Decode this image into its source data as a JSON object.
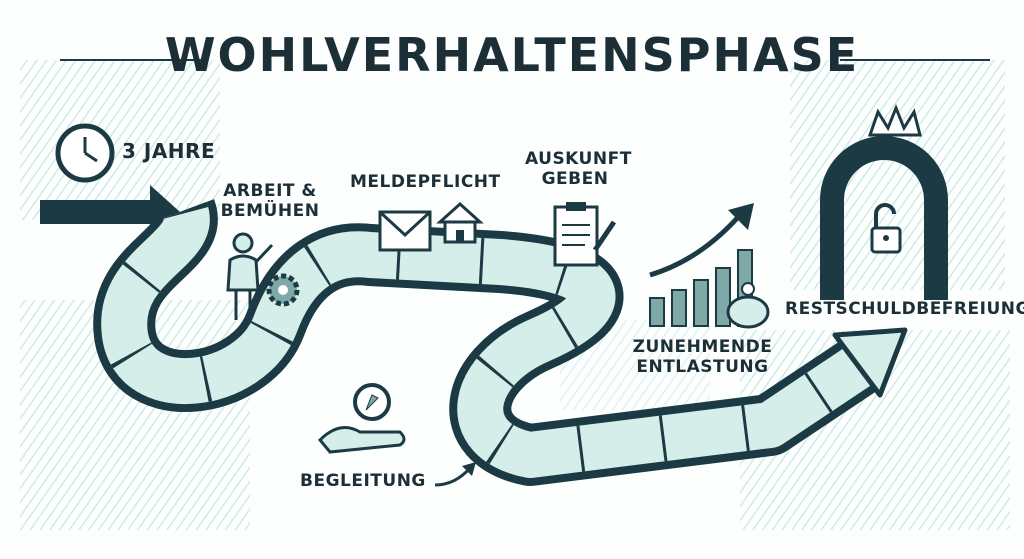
{
  "title": "WOHLVERHALTENSPHASE",
  "labels": {
    "duration": "3 JAHRE",
    "work_line1": "ARBEIT &",
    "work_line2": "BEMÜHEN",
    "reporting": "MELDEPFLICHT",
    "info_line1": "AUSKUNFT",
    "info_line2": "GEBEN",
    "relief_line1": "ZUNEHMENDE",
    "relief_line2": "ENTLASTUNG",
    "support": "BEGLEITUNG",
    "discharge": "RESTSCHULDBEFREIUNG"
  },
  "colors": {
    "dark": "#1c3a44",
    "light": "#d6eeea",
    "hatch": "#c4e6df",
    "mid": "#7fa9a6"
  },
  "icons": [
    "clock-icon",
    "worker-icon",
    "gear-icon",
    "envelope-icon",
    "house-icon",
    "clipboard-icon",
    "bar-chart-icon",
    "trend-arrow-icon",
    "piggy-bank-icon",
    "arch-icon",
    "crown-icon",
    "unlock-icon",
    "hand-compass-icon"
  ]
}
